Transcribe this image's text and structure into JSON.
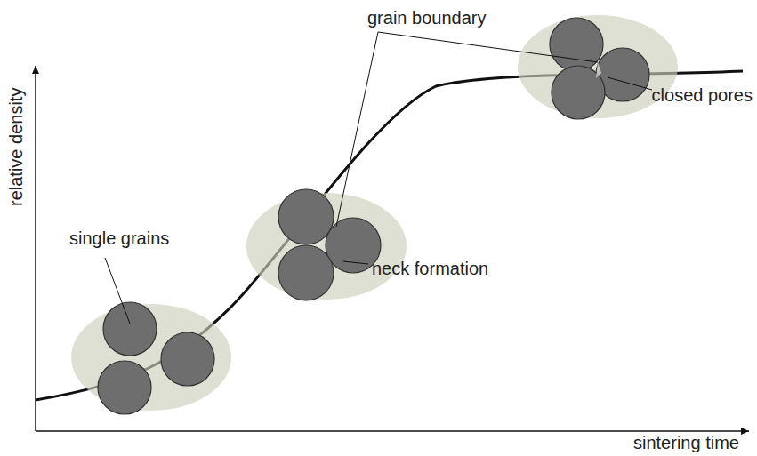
{
  "diagram": {
    "labels": [
      "relative density",
      "sintering time",
      "single grains",
      "grain boundary",
      "neck formation",
      "closed pores"
    ]
  }
}
